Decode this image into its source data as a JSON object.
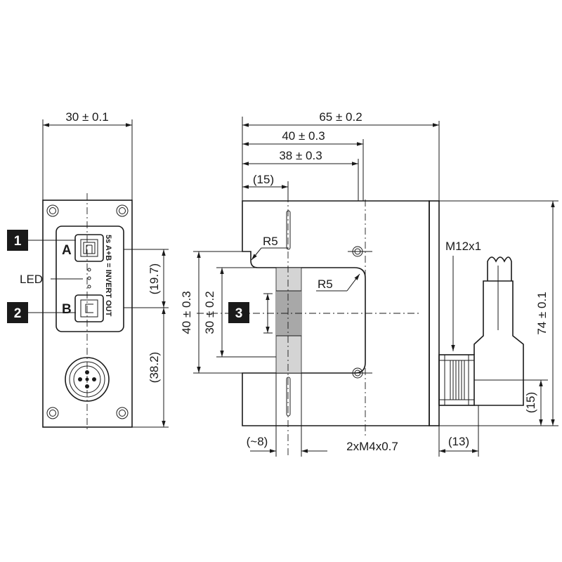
{
  "front_view": {
    "width_dim": "30 ± 0.1",
    "dim_upper": "(19.7)",
    "dim_lower": "(38.2)",
    "led_label": "LED",
    "panel_label_a": "A",
    "panel_label_b": "B",
    "panel_text": "5s A+B = INVERT OUT"
  },
  "callouts": {
    "c1": "1",
    "c2": "2",
    "c3": "3"
  },
  "side_view": {
    "dim_overall": "65 ± 0.2",
    "dim_40": "40 ± 0.3",
    "dim_38": "38 ± 0.3",
    "dim_15": "(15)",
    "radius_top": "R5",
    "radius_slot": "R5",
    "dim_height_40": "40 ± 0.3",
    "dim_slot_30": "30 ± 0.2",
    "dim_8": "(~8)",
    "thread": "2xM4x0.7",
    "connector": "M12x1",
    "dim_74": "74 ± 0.1",
    "dim_cable_15": "(15)",
    "dim_13": "(13)"
  }
}
